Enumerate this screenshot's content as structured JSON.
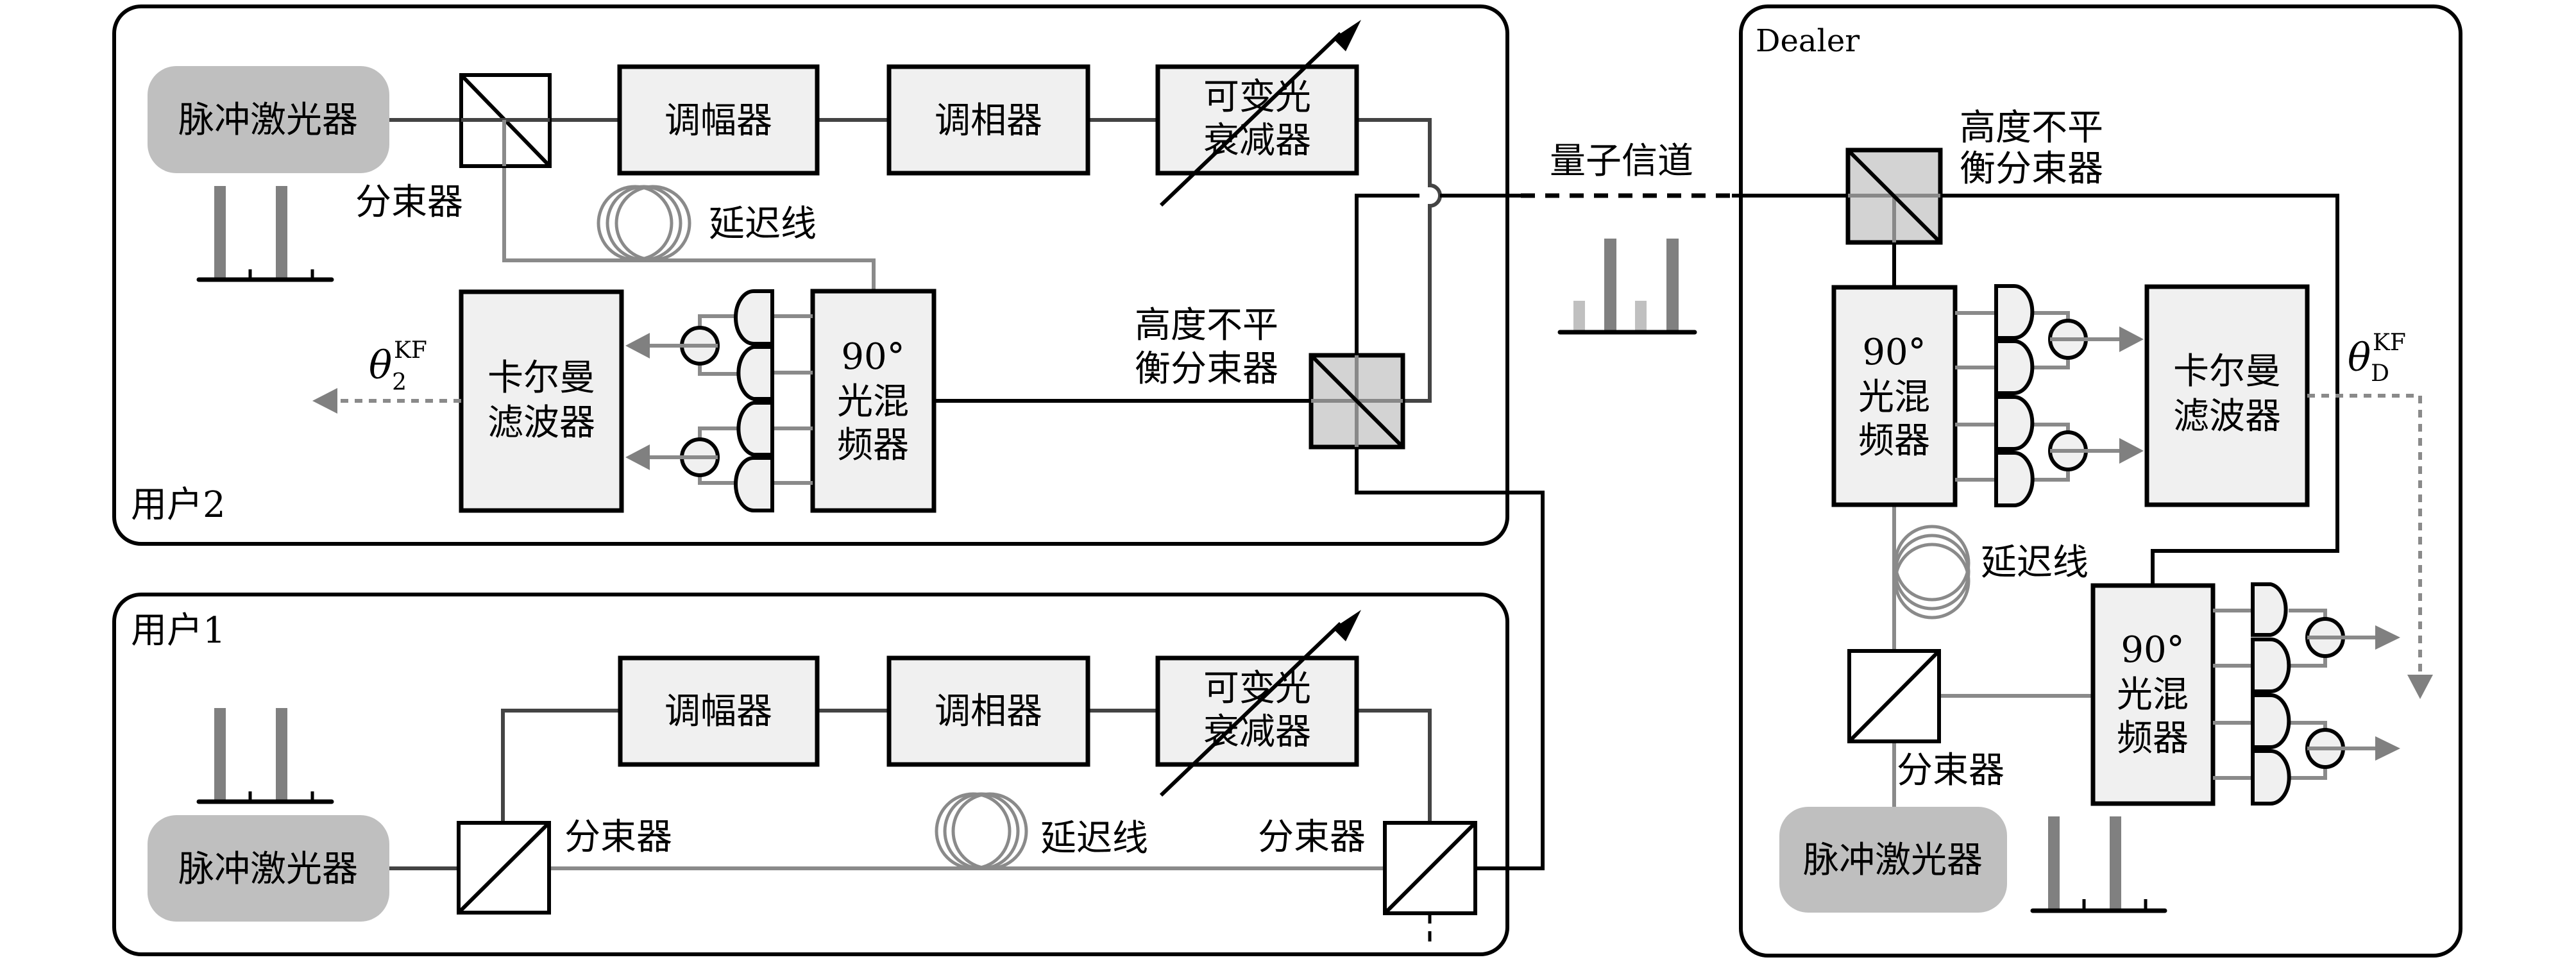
{
  "title": "Continuous-variable quantum secret sharing setup (local local oscillator)",
  "panels": {
    "user2": {
      "label": "用户2"
    },
    "user1": {
      "label": "用户1"
    },
    "dealer": {
      "label": "Dealer"
    }
  },
  "components": {
    "pulse_laser": "脉冲激光器",
    "beam_splitter": "分束器",
    "amplitude_modulator": "调幅器",
    "phase_modulator": "调相器",
    "voa_line1": "可变光",
    "voa_line2": "衰减器",
    "delay_line": "延迟线",
    "hybrid_line1": "90°",
    "hybrid_line2": "光混",
    "hybrid_line3": "频器",
    "kalman_line1": "卡尔曼",
    "kalman_line2": "滤波器",
    "unbalanced_bs_line1": "高度不平",
    "unbalanced_bs_line2": "衡分束器",
    "quantum_channel": "量子信道"
  },
  "outputs": {
    "user2_theta": {
      "symbol": "θ",
      "sub": "2",
      "sup": "KF"
    },
    "dealer_theta": {
      "symbol": "θ",
      "sub": "D",
      "sup": "KF"
    }
  },
  "pulse_icons": {
    "laser_output": {
      "peaks": [
        1.0,
        1.0
      ],
      "description": "two equal pulses"
    },
    "channel_signal": {
      "peaks": [
        0.33,
        1.0,
        0.33,
        1.0
      ],
      "description": "weak signal + strong reference pulses"
    }
  },
  "colors": {
    "box_fill": "#f0f0f0",
    "laser_fill": "#bfbfbf",
    "unbalanced_bs_fill": "#d3d3d3",
    "fiber_gray": "#8a8a8a",
    "pulse_dark": "#808080",
    "pulse_light": "#c0c0c0"
  }
}
